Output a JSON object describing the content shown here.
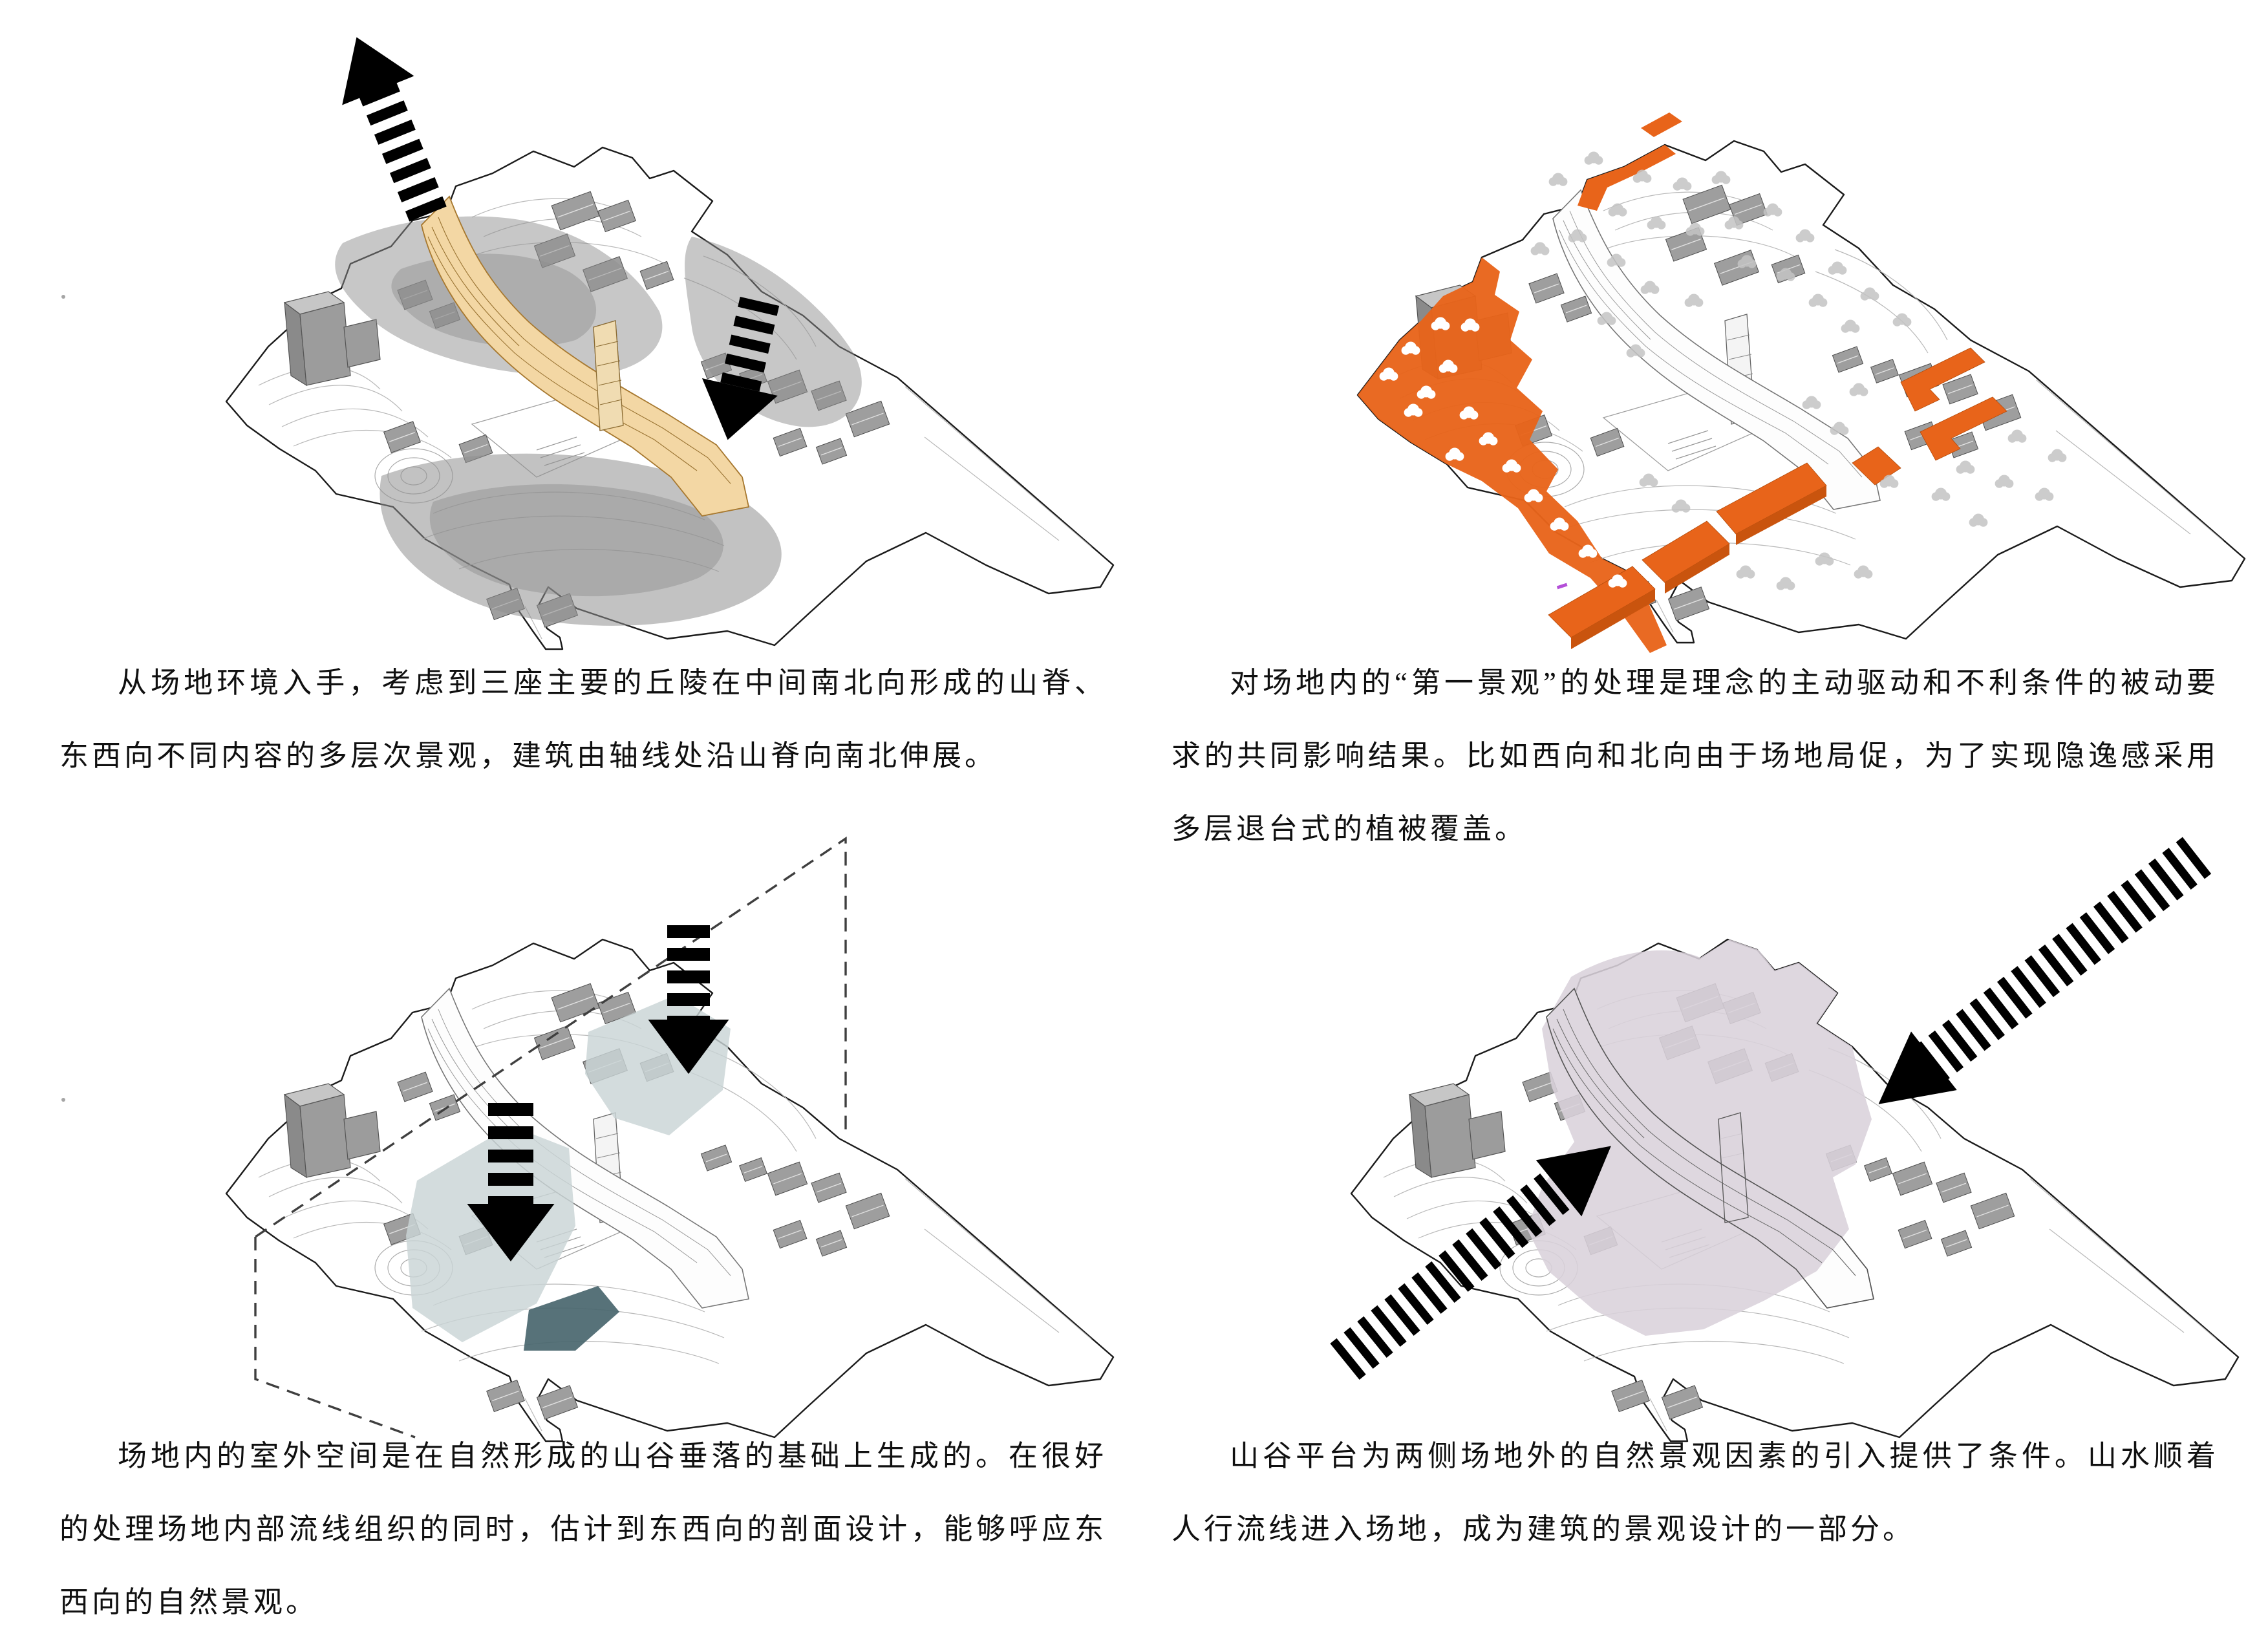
{
  "page": {
    "background": "#ffffff",
    "language": "zh-CN",
    "kind": "architecture-site-analysis-sheet"
  },
  "colors": {
    "site_line": "#1b1b1b",
    "context_line": "#b9b9b9",
    "hill_gray": "#8f8f8f",
    "building_gray": "#9e9e9e",
    "tan": "#F3D7A4",
    "tan_line": "#A8792F",
    "orange": "#E8641A",
    "orange_dark": "#C9540E",
    "blue": "#C9D4D6",
    "teal": "#49666E",
    "lavender": "#DAD2DB",
    "dash_line": "#3f3f3f",
    "arrow_black": "#000000",
    "tree_gray": "#c4c4c4",
    "tree_white": "#ffffff",
    "purple_tick": "#b44fd8"
  },
  "panels": [
    {
      "id": "ridge-axis",
      "position": "top-left",
      "highlight": "#F3D7A4",
      "caption": "从场地环境入手，考虑到三座主要的丘陵在中间南北向形成的山脊、东西向不同内容的多层次景观，建筑由轴线处沿山脊向南北伸展。",
      "features": [
        "site-axon-base",
        "gray-hill-shading",
        "tan-ridge-building",
        "striped-arrow-north",
        "striped-arrow-south"
      ]
    },
    {
      "id": "first-landscape",
      "position": "top-right",
      "highlight": "#E8641A",
      "caption": "对场地内的“第一景观”的处理是理念的主动驱动和不利条件的被动要求的共同影响结果。比如西向和北向由于场地局促，为了实现隐逸感采用多层退台式的植被覆盖。",
      "features": [
        "site-axon-base",
        "orange-west-terraces",
        "orange-north-edge",
        "orange-south-buildings",
        "orange-east-buildings",
        "white-trees",
        "gray-trees"
      ]
    },
    {
      "id": "valley-sections",
      "position": "bottom-left",
      "highlight": "#C9D4D6",
      "highlight2": "#49666E",
      "caption": "场地内的室外空间是在自然形成的山谷垂落的基础上生成的。在很好的处理场地内部流线组织的同时，估计到东西向的剖面设计，能够呼应东西向的自然景观。",
      "features": [
        "site-axon-base",
        "dashed-section-plane",
        "valley-floor-highlight",
        "striped-arrow-down-west",
        "striped-arrow-down-east"
      ]
    },
    {
      "id": "valley-platform",
      "position": "bottom-right",
      "highlight": "#DAD2DB",
      "caption": "山谷平台为两侧场地外的自然景观因素的引入提供了条件。山水顺着人行流线进入场地，成为建筑的景观设计的一部分。",
      "features": [
        "site-axon-base",
        "lavender-valley-highlight",
        "striped-arrow-inward-northeast",
        "striped-arrow-inward-southwest"
      ]
    }
  ]
}
